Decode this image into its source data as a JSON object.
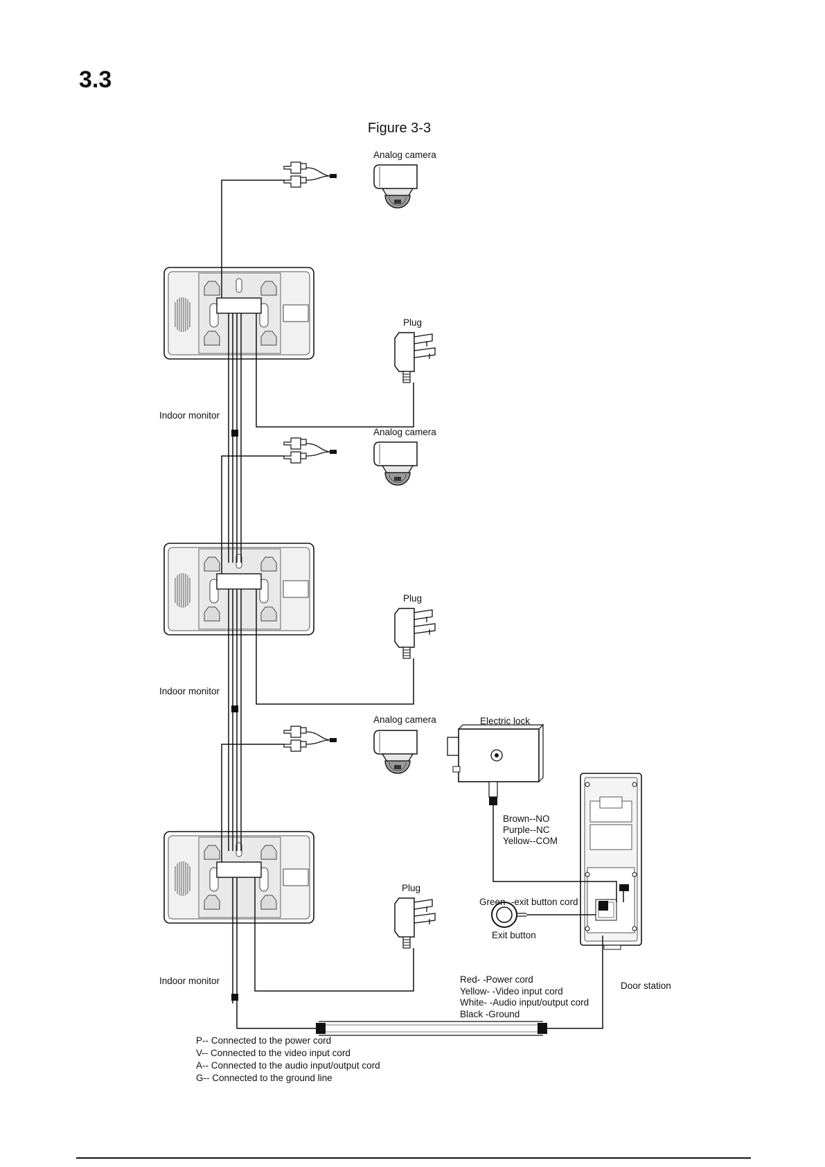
{
  "section": {
    "number": "3.3"
  },
  "figure": {
    "caption": "Figure 3-3"
  },
  "labels": {
    "analog_camera": "Analog camera",
    "plug": "Plug",
    "indoor_monitor": "Indoor monitor",
    "electric_lock": "Electric lock",
    "door_station": "Door station",
    "exit_button": "Exit button",
    "exit_button_cord": "Green- -exit button cord"
  },
  "lock_wires": [
    "Brown--NO",
    "Purple--NC",
    "Yellow--COM"
  ],
  "bus_wires": [
    "Red- -Power cord",
    "Yellow- -Video input cord",
    "White- -Audio input/output cord",
    "Black -Ground"
  ],
  "legend": [
    "P-- Connected to the power cord",
    "V-- Connected to the video input cord",
    "A-- Connected to the audio input/output cord",
    "G-- Connected to the ground line"
  ],
  "colors": {
    "line": "#111111",
    "device_fill": "#e6e6e6",
    "device_dark": "#777777",
    "background": "#ffffff"
  }
}
